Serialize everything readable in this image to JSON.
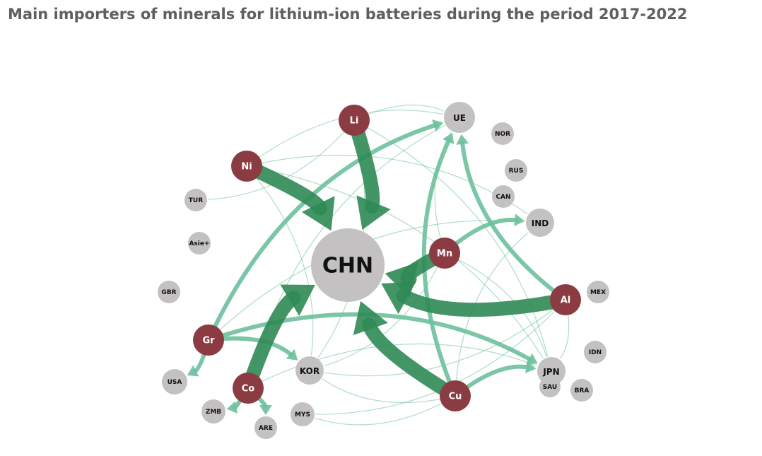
{
  "title": "Main importers of minerals for lithium-ion batteries during the period 2017-2022",
  "colors": {
    "mineral": "#8b3c42",
    "country": "#c3c1c2",
    "flow_strong": "#2f8a55",
    "flow_light": "#6dc09c",
    "title": "#5f5f5f"
  },
  "nodes": [
    {
      "id": "CHN",
      "label": "CHN",
      "type": "country"
    },
    {
      "id": "Li",
      "label": "Li",
      "type": "mineral"
    },
    {
      "id": "Ni",
      "label": "Ni",
      "type": "mineral"
    },
    {
      "id": "Mn",
      "label": "Mn",
      "type": "mineral"
    },
    {
      "id": "Al",
      "label": "Al",
      "type": "mineral"
    },
    {
      "id": "Gr",
      "label": "Gr",
      "type": "mineral"
    },
    {
      "id": "Co",
      "label": "Co",
      "type": "mineral"
    },
    {
      "id": "Cu",
      "label": "Cu",
      "type": "mineral"
    },
    {
      "id": "UE",
      "label": "UE",
      "type": "country"
    },
    {
      "id": "NOR",
      "label": "NOR",
      "type": "country"
    },
    {
      "id": "RUS",
      "label": "RUS",
      "type": "country"
    },
    {
      "id": "CAN",
      "label": "CAN",
      "type": "country"
    },
    {
      "id": "IND",
      "label": "IND",
      "type": "country"
    },
    {
      "id": "MEX",
      "label": "MEX",
      "type": "country"
    },
    {
      "id": "IDN",
      "label": "IDN",
      "type": "country"
    },
    {
      "id": "JPN",
      "label": "JPN",
      "type": "country"
    },
    {
      "id": "SAU",
      "label": "SAU",
      "type": "country"
    },
    {
      "id": "BRA",
      "label": "BRA",
      "type": "country"
    },
    {
      "id": "KOR",
      "label": "KOR",
      "type": "country"
    },
    {
      "id": "MYS",
      "label": "MYS",
      "type": "country"
    },
    {
      "id": "ARE",
      "label": "ARE",
      "type": "country"
    },
    {
      "id": "ZMB",
      "label": "ZMB",
      "type": "country"
    },
    {
      "id": "USA",
      "label": "USA",
      "type": "country"
    },
    {
      "id": "GBR",
      "label": "GBR",
      "type": "country"
    },
    {
      "id": "AsiePlus",
      "label": "Asie+",
      "type": "country"
    },
    {
      "id": "TUR",
      "label": "TUR",
      "type": "country"
    }
  ],
  "edges": [
    {
      "from": "Li",
      "to": "CHN",
      "strength": "major"
    },
    {
      "from": "Ni",
      "to": "CHN",
      "strength": "major"
    },
    {
      "from": "Mn",
      "to": "CHN",
      "strength": "major"
    },
    {
      "from": "Al",
      "to": "CHN",
      "strength": "major"
    },
    {
      "from": "Cu",
      "to": "CHN",
      "strength": "major"
    },
    {
      "from": "Co",
      "to": "CHN",
      "strength": "major"
    },
    {
      "from": "Gr",
      "to": "UE",
      "strength": "medium"
    },
    {
      "from": "Gr",
      "to": "KOR",
      "strength": "medium"
    },
    {
      "from": "Gr",
      "to": "USA",
      "strength": "medium"
    },
    {
      "from": "Gr",
      "to": "JPN",
      "strength": "medium"
    },
    {
      "from": "Al",
      "to": "UE",
      "strength": "medium"
    },
    {
      "from": "Mn",
      "to": "IND",
      "strength": "medium"
    },
    {
      "from": "Cu",
      "to": "JPN",
      "strength": "medium"
    },
    {
      "from": "Cu",
      "to": "UE",
      "strength": "medium"
    },
    {
      "from": "Co",
      "to": "ZMB",
      "strength": "medium"
    },
    {
      "from": "Co",
      "to": "ARE",
      "strength": "medium"
    },
    {
      "from": "Ni",
      "to": "IND",
      "strength": "minor"
    },
    {
      "from": "Ni",
      "to": "JPN",
      "strength": "minor"
    },
    {
      "from": "Ni",
      "to": "KOR",
      "strength": "minor"
    },
    {
      "from": "Ni",
      "to": "UE",
      "strength": "minor"
    },
    {
      "from": "Li",
      "to": "JPN",
      "strength": "minor"
    },
    {
      "from": "Li",
      "to": "KOR",
      "strength": "minor"
    },
    {
      "from": "Li",
      "to": "UE",
      "strength": "minor"
    },
    {
      "from": "Mn",
      "to": "JPN",
      "strength": "minor"
    },
    {
      "from": "Mn",
      "to": "KOR",
      "strength": "minor"
    },
    {
      "from": "Mn",
      "to": "UE",
      "strength": "minor"
    },
    {
      "from": "Cu",
      "to": "KOR",
      "strength": "minor"
    },
    {
      "from": "Cu",
      "to": "IND",
      "strength": "minor"
    },
    {
      "from": "Al",
      "to": "JPN",
      "strength": "minor"
    },
    {
      "from": "Al",
      "to": "KOR",
      "strength": "minor"
    },
    {
      "from": "Co",
      "to": "UE",
      "strength": "minor"
    },
    {
      "from": "Co",
      "to": "JPN",
      "strength": "minor"
    },
    {
      "from": "Gr",
      "to": "IND",
      "strength": "minor"
    },
    {
      "from": "Li",
      "to": "TUR",
      "strength": "minor"
    },
    {
      "from": "Cu",
      "to": "MYS",
      "strength": "minor"
    },
    {
      "from": "Al",
      "to": "MYS",
      "strength": "minor"
    }
  ]
}
